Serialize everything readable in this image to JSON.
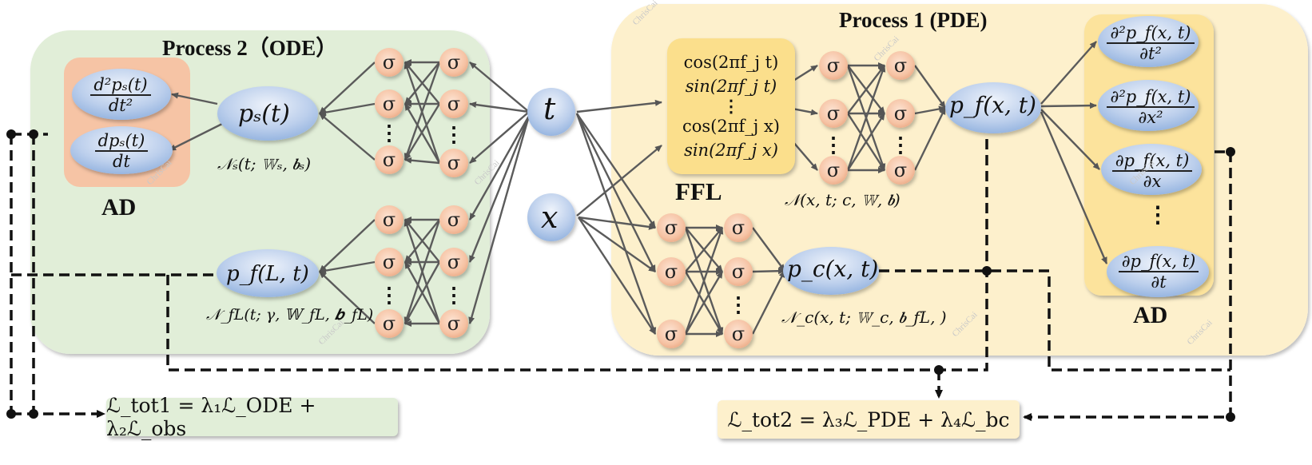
{
  "process2": {
    "title": "Process 2（ODE）",
    "ad_label": "AD",
    "ad_outputs": [
      {
        "num": "d²pₛ(t)",
        "den": "dt²"
      },
      {
        "num": "dpₛ(t)",
        "den": "dt"
      }
    ],
    "ps_node": "pₛ(t)",
    "ps_net": "𝒩ₛ(t; 𝕎ₛ, 𝒃ₛ)",
    "pfl_node": "p_f(L, t)",
    "pfl_net": "𝒩_fL(t; γ, 𝕎_fL, 𝒃_fL)",
    "colors": {
      "panel": "#e1eed8",
      "ad_box": "#f6c4a5"
    }
  },
  "inputs": {
    "t_label": "t",
    "x_label": "x"
  },
  "neuron_label": "σ",
  "ellipsis": "⋮",
  "process1": {
    "title": "Process 1 (PDE)",
    "ffl_label": "FFL",
    "ffl_features": [
      "cos(2πf_j t)",
      "sin(2πf_j t)",
      "⋮",
      "cos(2πf_j x)",
      "sin(2πf_j x)"
    ],
    "pf_node": "p_f(x, t)",
    "pf_net": "𝒩(x, t; c, 𝕎, 𝒃)",
    "pc_node": "p_c(x, t)",
    "pc_net": "𝒩_c(x, t; 𝕎_c, 𝒃_fL, )",
    "ad_label": "AD",
    "ad_outputs": [
      {
        "num": "∂²p_f(x, t)",
        "den": "∂t²"
      },
      {
        "num": "∂²p_f(x, t)",
        "den": "∂x²"
      },
      {
        "num": "∂p_f(x, t)",
        "den": "∂x"
      },
      {
        "num": "∂p_f(x, t)",
        "den": "∂t"
      }
    ],
    "colors": {
      "panel": "#fdf0cc",
      "ad_box": "#fce39c",
      "ffl_box": "#fbdf8c"
    }
  },
  "losses": {
    "tot1": "ℒ_tot1 = λ₁ℒ_ODE + λ₂ℒ_obs",
    "tot2": "ℒ_tot2 = λ₃ℒ_PDE + λ₄ℒ_bc",
    "tot1_color": "#e1eed8",
    "tot2_color": "#fdf0cc"
  },
  "watermark": "ChrisCai"
}
